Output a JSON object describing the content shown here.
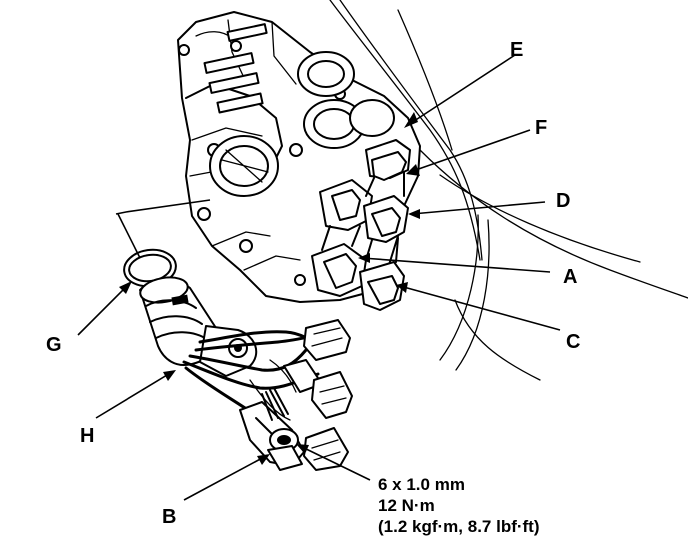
{
  "labels": {
    "A": "A",
    "B": "B",
    "C": "C",
    "D": "D",
    "E": "E",
    "F": "F",
    "G": "G",
    "H": "H"
  },
  "bolt_spec": {
    "size": "6 x 1.0 mm",
    "torque_nm": "12 N·m",
    "torque_alt": "(1.2 kgf·m, 8.7 lbf·ft)"
  }
}
